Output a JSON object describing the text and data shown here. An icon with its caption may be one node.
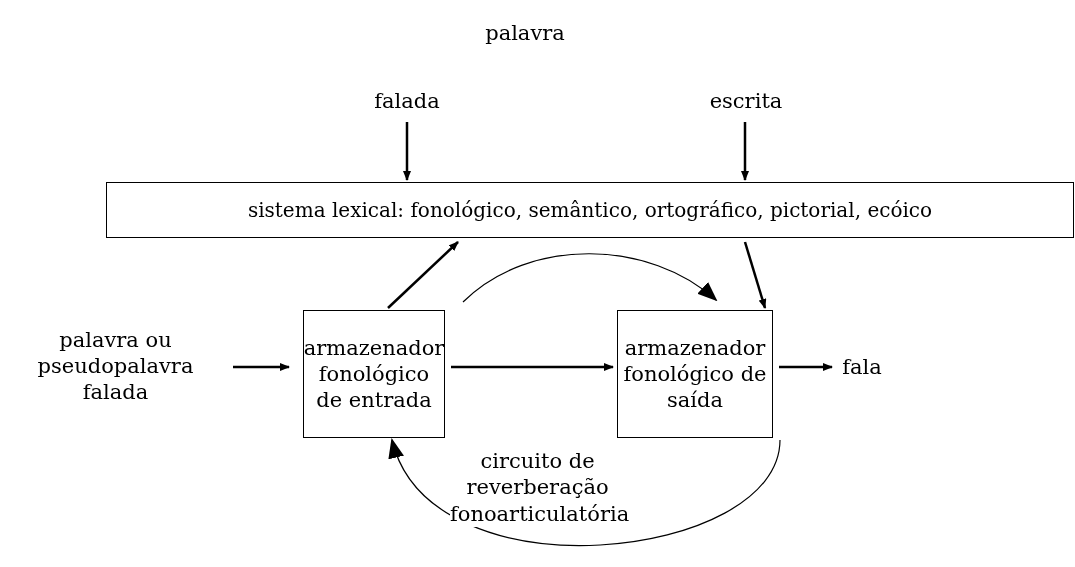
{
  "diagram": {
    "nodes": [
      {
        "text": [
          "falada"
        ]
      },
      {
        "text": [
          "escrita"
        ]
      },
      {
        "text": [
          "sistema lexical: fonológico, semântico, ortográfico, pictorial, ecóico"
        ]
      },
      {
        "text": [
          "palavra ou pseudopalavra falada"
        ]
      },
      {
        "text": [
          "armazenador fonológico de entrada"
        ]
      },
      {
        "text": [
          "armazenador fonológico de saída"
        ]
      },
      {
        "text": [
          "fala"
        ]
      }
    ],
    "edges": [
      {
        "from": 0,
        "to": 2,
        "arrow": "to"
      },
      {
        "from": 1,
        "to": 2,
        "arrow": "to"
      },
      {
        "from": 4,
        "to": 2,
        "arrow": "to"
      },
      {
        "from": 2,
        "to": 5,
        "arrow": "to"
      },
      {
        "from": 4,
        "to": 5,
        "arrow": "to"
      },
      {
        "from": 3,
        "to": 4,
        "arrow": "to"
      },
      {
        "from": 4,
        "to": 5,
        "arrow": "to"
      },
      {
        "from": 5,
        "to": 6,
        "arrow": "to"
      },
      {
        "from": 5,
        "to": 4,
        "arrow": "to",
        "label": "circuito de reverberação fonoarticulatória"
      }
    ],
    "labels": [
      "palavra"
    ]
  }
}
